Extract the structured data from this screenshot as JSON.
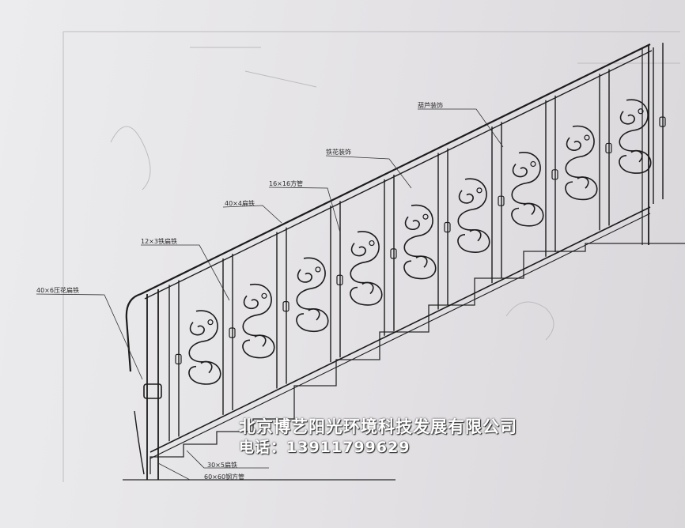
{
  "annotations": [
    {
      "id": "gourd",
      "text": "葫芦装饰"
    },
    {
      "id": "flower",
      "text": "铁花装饰"
    },
    {
      "id": "tube",
      "text": "16×16方管"
    },
    {
      "id": "flat40",
      "text": "40×4扁铁"
    },
    {
      "id": "flat12",
      "text": "12×3铁扁铁"
    },
    {
      "id": "handrail",
      "text": "40×6压花扁铁"
    },
    {
      "id": "base30",
      "text": "30×5扁铁"
    },
    {
      "id": "post",
      "text": "60×60钢方管"
    }
  ],
  "overlay": {
    "company": "北京博艺阳光环境科技发展有限公司",
    "phone_label": "电话：",
    "phone": "13911799629"
  },
  "colors": {
    "line": "#1c1c1c",
    "faint": "#b8b6ba",
    "overlay_text": "#ffffff"
  }
}
